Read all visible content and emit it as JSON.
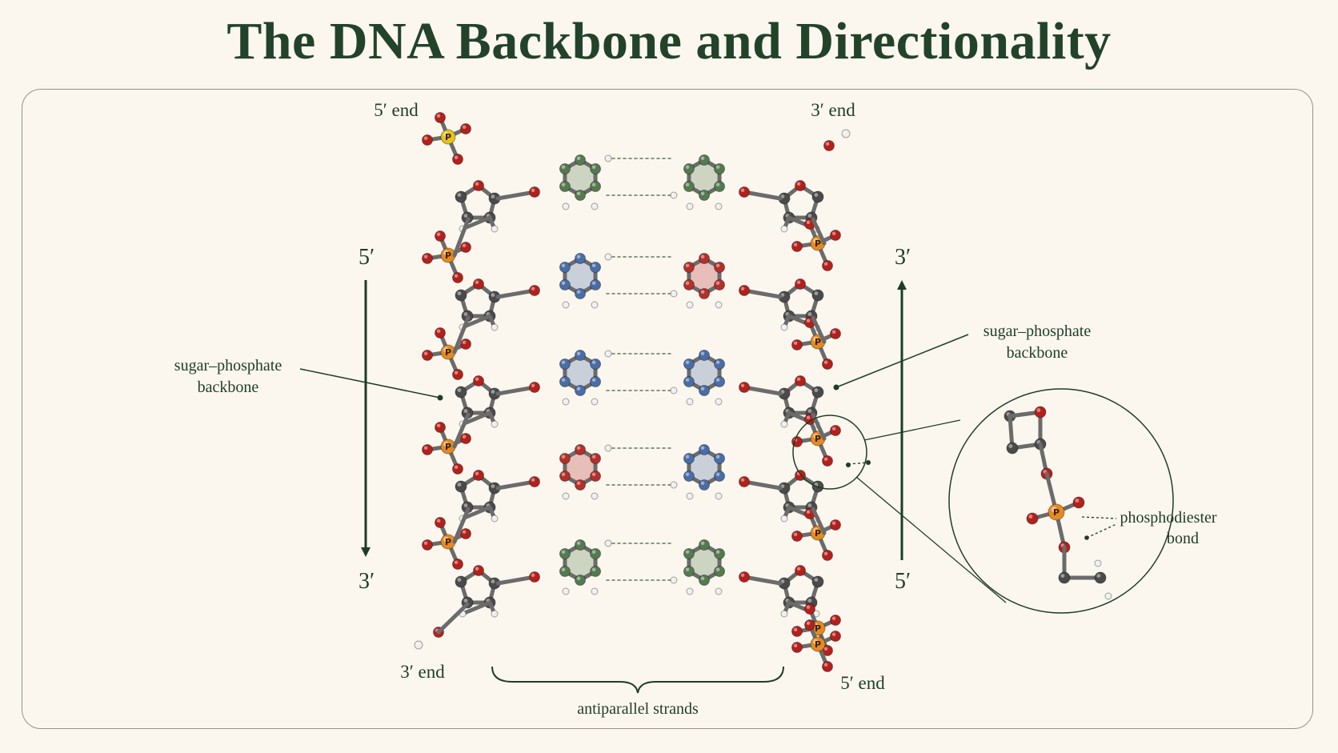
{
  "title": "The DNA Backbone and Directionality",
  "labels": {
    "left_top_end": "5′ end",
    "right_top_end": "3′ end",
    "left_bottom_end": "3′ end",
    "right_bottom_end": "5′ end",
    "left_arrow_top": "5′",
    "left_arrow_bottom": "3′",
    "right_arrow_top": "3′",
    "right_arrow_bottom": "5′",
    "backbone_left": [
      "sugar–phosphate",
      "backbone"
    ],
    "backbone_right": [
      "sugar–phosphate",
      "backbone"
    ],
    "bond": [
      "phosphodiester",
      "bond"
    ],
    "antiparallel": "antiparallel strands"
  },
  "base_pairs": [
    {
      "left": "green",
      "right": "green"
    },
    {
      "left": "blue",
      "right": "red"
    },
    {
      "left": "blue",
      "right": "blue"
    },
    {
      "left": "red",
      "right": "blue"
    },
    {
      "left": "green",
      "right": "green"
    }
  ],
  "colors": {
    "title": "#22432a",
    "carbon": "#4a4a4a",
    "oxygen": "#b3211c",
    "phosphorus": "#e58a22",
    "terminal_phosphorus": "#e7c21a",
    "hydrogen": "#efefef",
    "base_green": "#557a4f",
    "base_blue": "#4a6da6",
    "base_red": "#b3302c",
    "arrow": "#1e3d25"
  }
}
